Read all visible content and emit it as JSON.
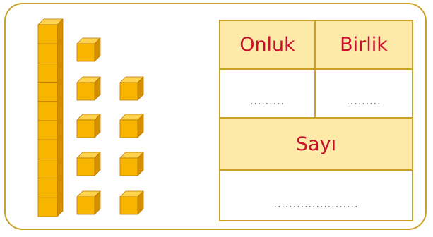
{
  "table": {
    "header_tens": "Onluk",
    "header_ones": "Birlik",
    "tens_blank": ".........",
    "ones_blank": ".........",
    "number_header": "Sayı",
    "number_blank": "......................"
  },
  "manipulatives": {
    "ten_rods": 1,
    "unit_cubes": 9
  },
  "colors": {
    "border": "#c9a227",
    "header_fill": "#fde9a8",
    "header_text": "#c8102e",
    "cube_front": "#f7b500",
    "cube_top": "#ffd34d",
    "cube_side": "#d48f00"
  }
}
